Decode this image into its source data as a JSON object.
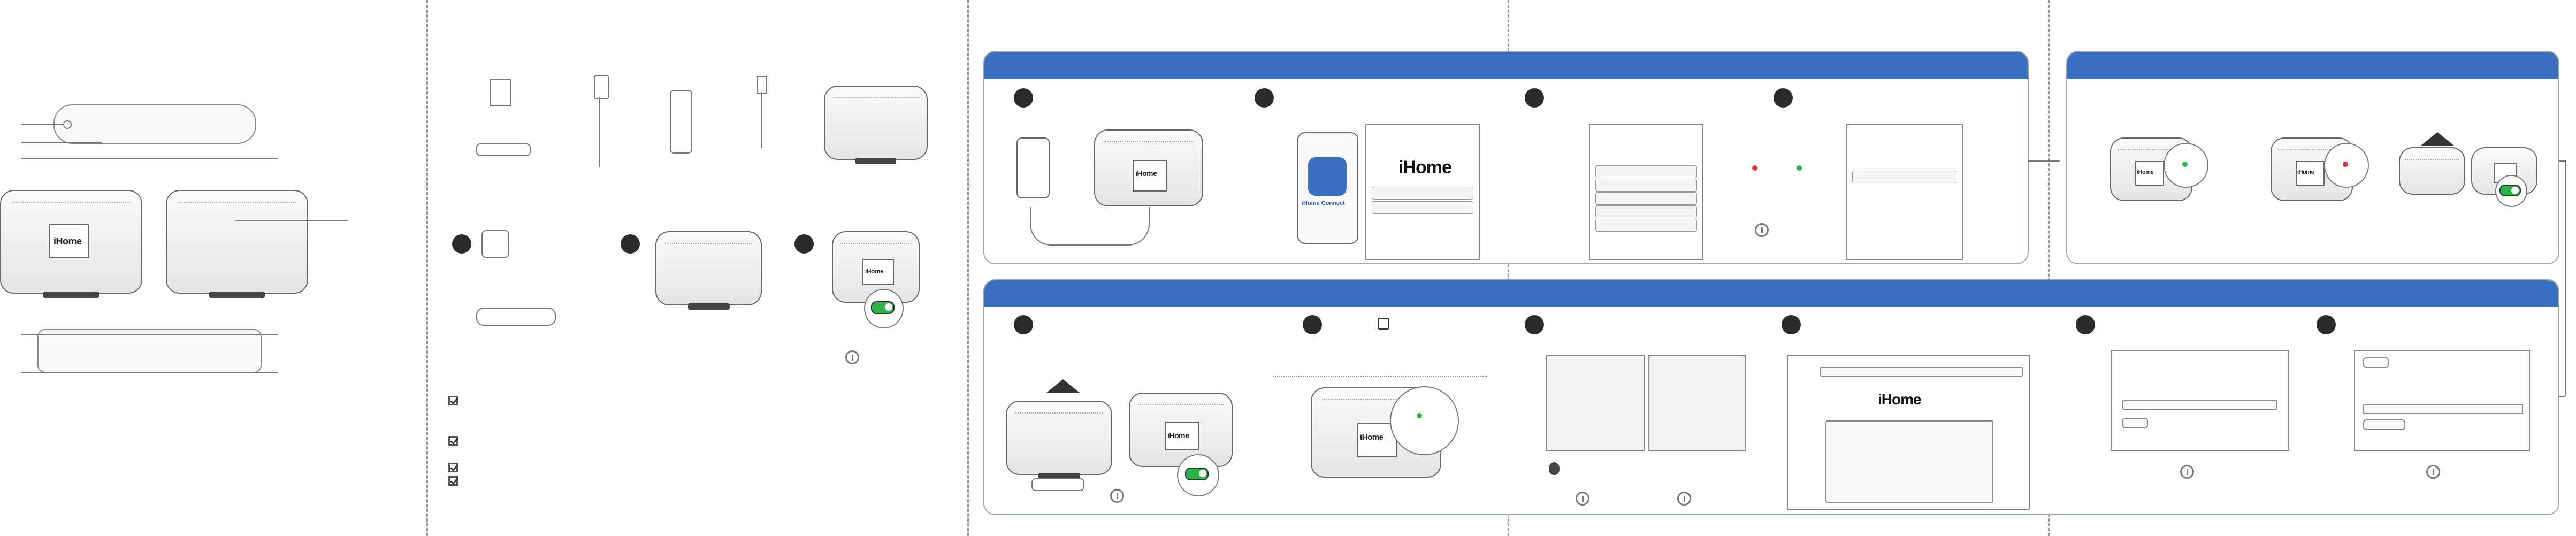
{
  "brand": {
    "logo_text": "iHome",
    "connect_text": "iHome Connect",
    "logo_text_web": "iHome"
  },
  "colors": {
    "panel_header": "#3a6fc1",
    "status_green": "#2bb34a",
    "status_red": "#e23030"
  },
  "icons": {
    "info": "info-icon",
    "check": "checkbox-checked-icon",
    "wifi": "wifi-icon",
    "apple": "apple-logo-icon",
    "app": "ihome-app-icon"
  }
}
